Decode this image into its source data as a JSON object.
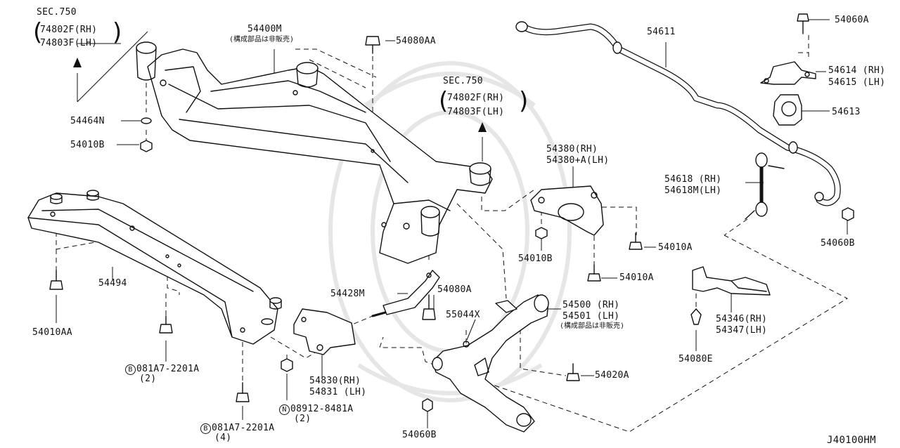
{
  "diagram_code": "J40100HM",
  "callouts": {
    "sec750_top": {
      "title": "SEC.750",
      "rh": "74802F(RH)",
      "lh": "74803F(LH)"
    },
    "sec750_mid": {
      "title": "SEC.750",
      "rh": "74802F(RH)",
      "lh": "74803F(LH)"
    },
    "p54400m": {
      "code": "54400M",
      "note": "(構成部品は非販売)"
    },
    "p54464n": "54464N",
    "p54010b_left": "54010B",
    "p54080aa": "54080AA",
    "p54611": "54611",
    "p54060a": "54060A",
    "p54614": {
      "rh": "54614 (RH)",
      "lh": "54615 (LH)"
    },
    "p54613": "54613",
    "p54380": {
      "rh": "54380(RH)",
      "lh": "54380+A(LH)"
    },
    "p54618": {
      "rh": "54618 (RH)",
      "lh": "54618M(LH)"
    },
    "p54060b_right": "54060B",
    "p54010b_mid": "54010B",
    "p54010a_1": "54010A",
    "p54010a_2": "54010A",
    "p54494": "54494",
    "p54428m": "54428M",
    "p54080a": "54080A",
    "p55044x": "55044X",
    "p54500": {
      "rh": "54500 (RH)",
      "lh": "54501 (LH)",
      "note": "(構成部品は非販売)"
    },
    "p54346": {
      "rh": "54346(RH)",
      "lh": "54347(LH)"
    },
    "p54080e": "54080E",
    "p54020a": "54020A",
    "p54010aa": "54010AA",
    "bolt_b_1": {
      "marker": "B",
      "code": "081A7-2201A",
      "qty": "(2)"
    },
    "bolt_b_2": {
      "marker": "B",
      "code": "081A7-2201A",
      "qty": "(4)"
    },
    "nut_n": {
      "marker": "N",
      "code": "08912-8481A",
      "qty": "(2)"
    },
    "p54830": {
      "rh": "54830(RH)",
      "lh": "54831 (LH)"
    },
    "p54060b_bottom": "54060B"
  }
}
